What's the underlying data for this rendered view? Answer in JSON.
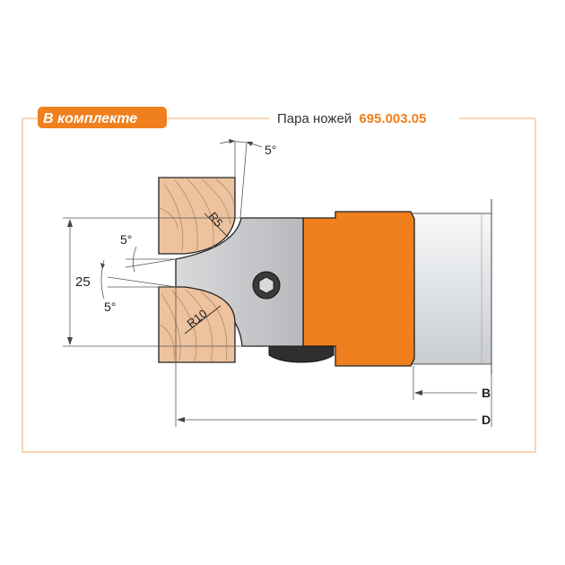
{
  "badge": {
    "label": "В комплекте"
  },
  "header": {
    "prefix": "Пара ножей",
    "code": "695.003.05"
  },
  "angles": {
    "top": "5°",
    "left_upper": "5°",
    "left_lower": "5°"
  },
  "radii": {
    "small": "R5",
    "large": "R10"
  },
  "dimensions": {
    "height": "25",
    "b": "B",
    "d": "D"
  },
  "colors": {
    "accent": "#F07F1E",
    "frame": "#F3C08C",
    "wood": "#EDC29E",
    "steel": "#C4C6C9",
    "spindle": "#E3E6E8",
    "dark": "#3A3A3A"
  }
}
